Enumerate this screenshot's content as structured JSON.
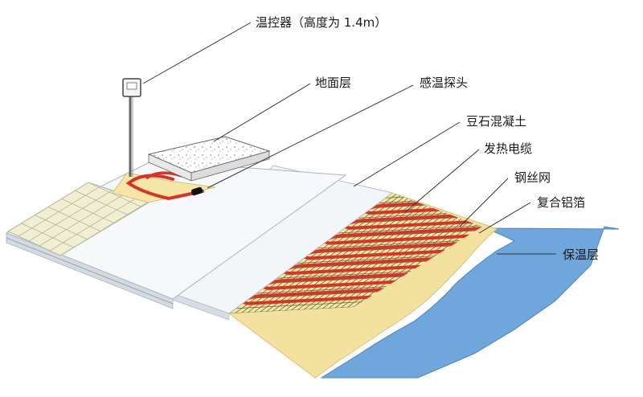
{
  "labels": {
    "thermostat": "温控器（高度为 1.4m）",
    "floor_surface": "地面层",
    "temperature_probe": "感温探头",
    "pea_stone_concrete": "豆石混凝土",
    "heating_cable": "发热电缆",
    "wire_mesh": "钢丝网",
    "aluminum_foil": "复合铝箔",
    "insulation_layer": "保温层"
  },
  "colors": {
    "cable": "#d8322a",
    "foil": "#f3e1a0",
    "insulation": "#6fa7dc",
    "concrete": "#f2f5f8",
    "tile": "#f1efd2",
    "mesh": "#5f6a55"
  }
}
